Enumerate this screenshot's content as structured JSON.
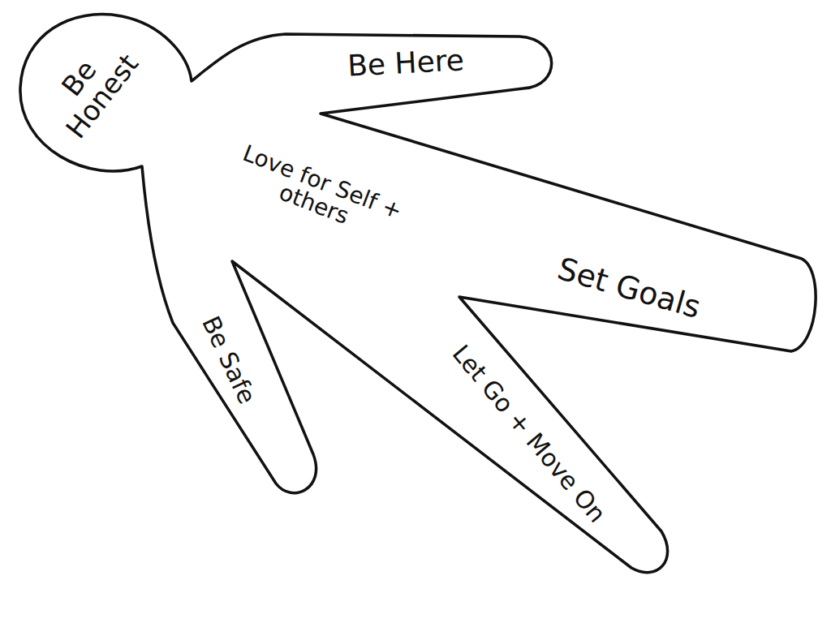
{
  "diagram": {
    "nodes": [
      {
        "text": [
          "Be Honest",
          "Be Here",
          "Love for Self + others",
          "Set Goals",
          "Let Go + Move On",
          "Be Safe"
        ]
      }
    ]
  }
}
